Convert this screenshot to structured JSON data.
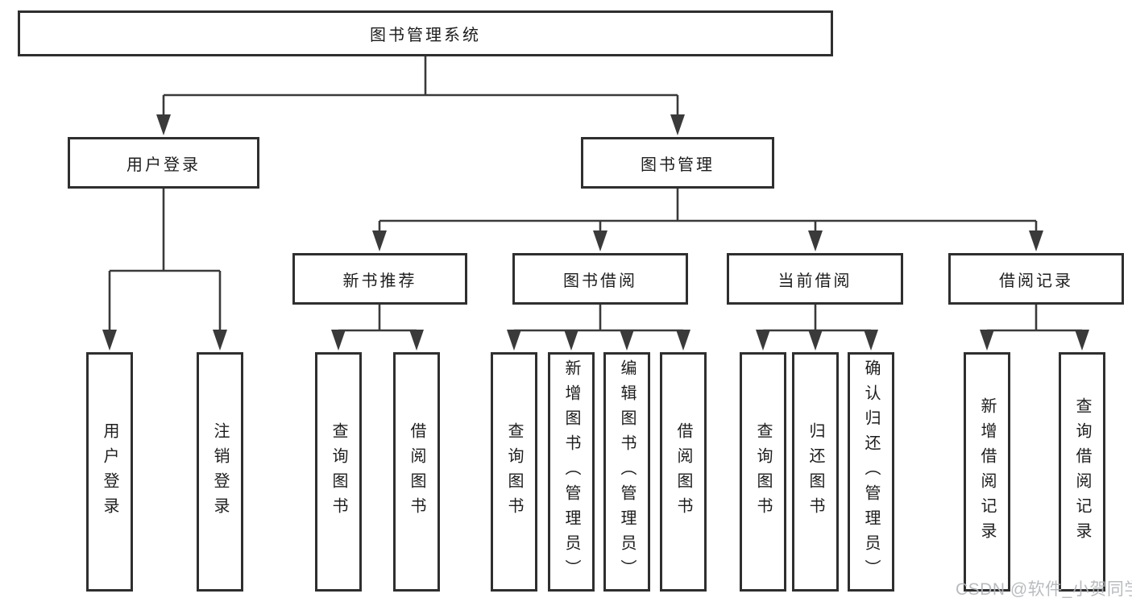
{
  "tree": {
    "root": "图书管理系统",
    "level2": [
      {
        "label": "用户登录"
      },
      {
        "label": "图书管理"
      }
    ],
    "level3": [
      {
        "label": "新书推荐"
      },
      {
        "label": "图书借阅"
      },
      {
        "label": "当前借阅"
      },
      {
        "label": "借阅记录"
      }
    ],
    "leaves": {
      "user": [
        "用户登录",
        "注销登录"
      ],
      "recommend": [
        "查询图书",
        "借阅图书"
      ],
      "borrow": [
        "查询图书",
        "新增图书（管理员）",
        "编辑图书（管理员）",
        "借阅图书"
      ],
      "current": [
        "查询图书",
        "归还图书",
        "确认归还（管理员）"
      ],
      "record": [
        "新增借阅记录",
        "查询借阅记录"
      ]
    }
  },
  "watermark": "CSDN @软件_小贺同学",
  "colors": {
    "line": "#3a3a3a",
    "border": "#2f2f2f",
    "text": "#1d1d1d",
    "watermark": "#b4b7ba",
    "background": "#ffffff"
  }
}
